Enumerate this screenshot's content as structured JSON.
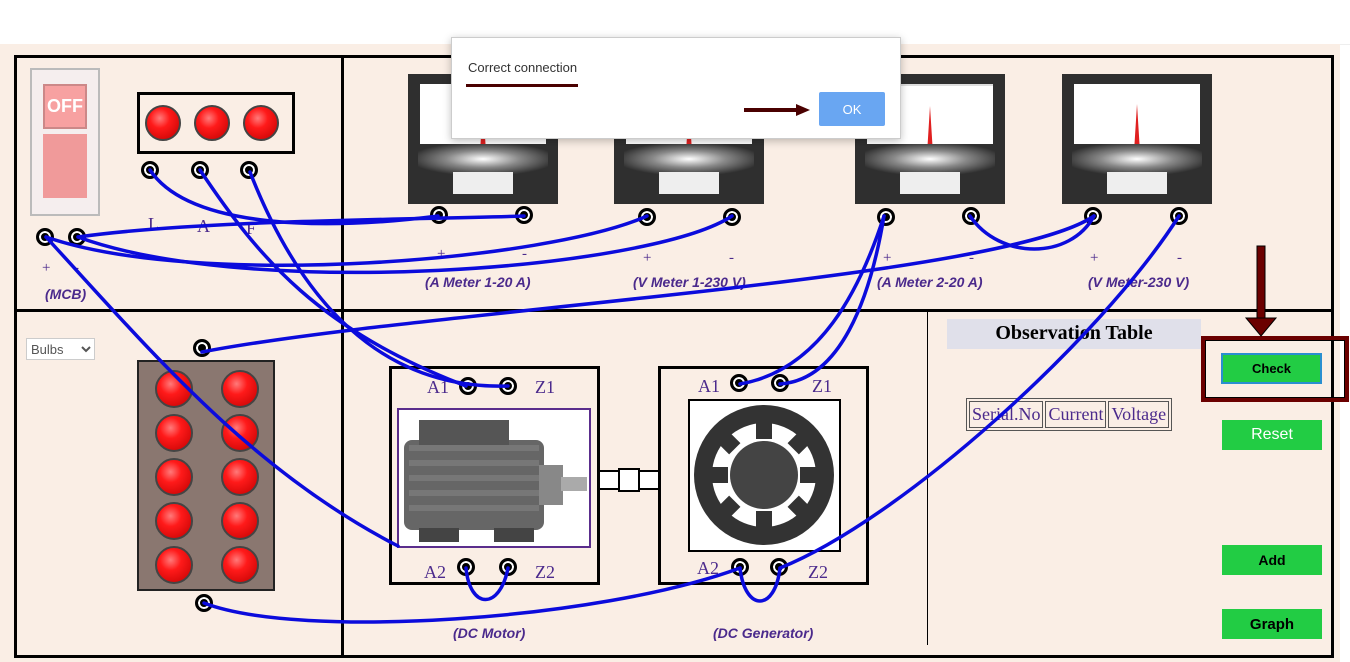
{
  "dialog": {
    "message": "Correct connection",
    "ok_label": "OK"
  },
  "mcb": {
    "switch_text": "OFF",
    "plus": "+",
    "minus": "-",
    "caption": "(MCB)"
  },
  "starter": {
    "labels": [
      "L",
      "A",
      "F"
    ]
  },
  "meters": [
    {
      "plus": "+",
      "minus": "-",
      "caption": "(A Meter 1-20 A)"
    },
    {
      "plus": "+",
      "minus": "-",
      "caption": "(V Meter 1-230 V)"
    },
    {
      "plus": "+",
      "minus": "-",
      "caption": "(A Meter 2-20 A)"
    },
    {
      "plus": "+",
      "minus": "-",
      "caption": "(V Meter-230 V)"
    }
  ],
  "load": {
    "select_value": "Bulbs"
  },
  "motor": {
    "a1": "A1",
    "z1": "Z1",
    "a2": "A2",
    "z2": "Z2",
    "caption": "(DC Motor)"
  },
  "generator": {
    "a1": "A1",
    "z1": "Z1",
    "a2": "A2",
    "z2": "Z2",
    "caption": "(DC Generator)"
  },
  "observation": {
    "title": "Observation Table",
    "headers": [
      "Serial.No",
      "Current",
      "Voltage"
    ]
  },
  "controls": {
    "check": "Check",
    "reset": "Reset",
    "add": "Add",
    "graph": "Graph"
  },
  "colors": {
    "wire": "#0b0bdc",
    "highlight": "#6b0000",
    "button_green": "#22cc44",
    "ok_blue": "#69a6f2"
  }
}
